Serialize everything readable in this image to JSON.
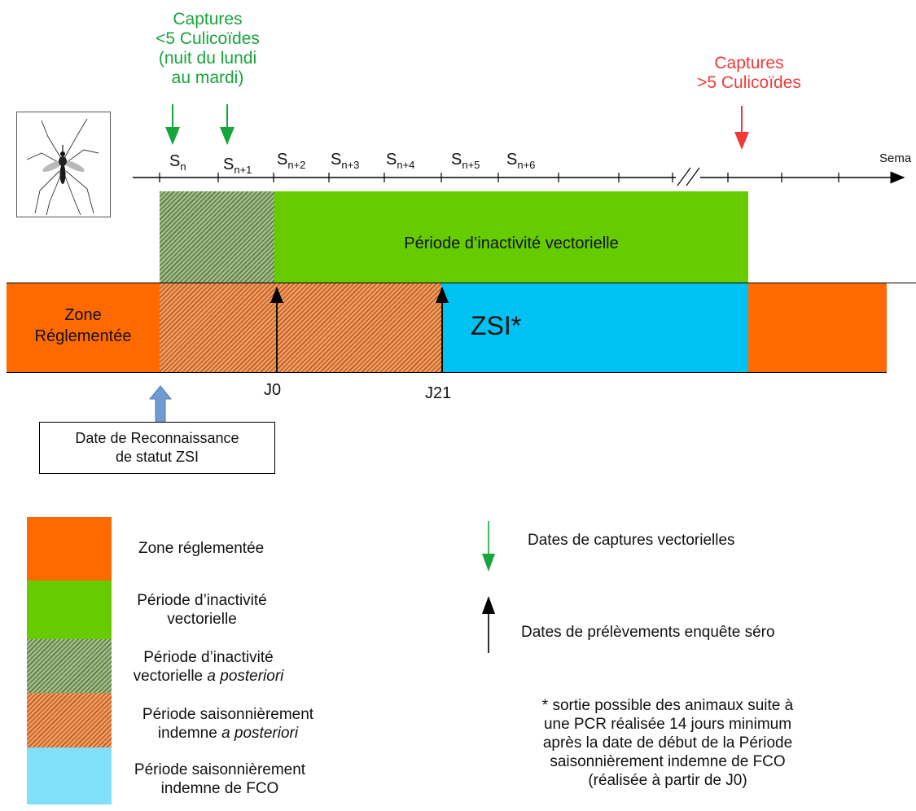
{
  "annotations": {
    "green_captures": [
      "Captures",
      "<5 Culicoïdes",
      "(nuit du lundi",
      "au mardi)"
    ],
    "red_captures": [
      "Captures",
      ">5 Culicoïdes"
    ]
  },
  "timeline": {
    "weeks": [
      {
        "base": "S",
        "sub": "n"
      },
      {
        "base": "S",
        "sub": "n+1"
      },
      {
        "base": "S",
        "sub": "n+2"
      },
      {
        "base": "S",
        "sub": "n+3"
      },
      {
        "base": "S",
        "sub": "n+4"
      },
      {
        "base": "S",
        "sub": "n+5"
      },
      {
        "base": "S",
        "sub": "n+6"
      }
    ],
    "axis_label": "Sema",
    "markers": [
      "J0",
      "J21"
    ]
  },
  "bars": {
    "inactivity_label": "Période d’inactivité vectorielle",
    "zone_label": [
      "Zone",
      "Réglementée"
    ],
    "zsi_label": "ZSI*"
  },
  "reconnaissance_box": [
    "Date de Reconnaissance",
    "de statut ZSI"
  ],
  "legend": {
    "zone_reglementee": [
      "Zone réglementée"
    ],
    "inactivite": [
      "Période d’inactivité",
      "vectorielle"
    ],
    "inactivite_posteriori": {
      "line1": "Période d’inactivité",
      "line2_prefix": "vectorielle ",
      "line2_italic": "a posteriori"
    },
    "indemne_posteriori": {
      "line1": "Période saisonnièrement",
      "line2_prefix": "indemne ",
      "line2_italic": "a posteriori"
    },
    "indemne_fco": [
      "Période saisonnièrement",
      "indemne de FCO"
    ],
    "captures": "Dates de captures vectorielles",
    "prelevements": "Dates de prélèvements enquête séro",
    "footnote": [
      "* sortie possible des animaux suite à",
      "une PCR réalisée 14 jours minimum",
      "après la date de début de la Période",
      "saisonnièrement indemne de FCO",
      "(réalisée à partir de J0)"
    ]
  },
  "colors": {
    "orange": "#ff6a00",
    "green": "#66cc00",
    "cyan": "#00c2f2",
    "light_cyan": "#80e0fc",
    "green_arrow": "#17a53b",
    "red_arrow": "#f03a3a",
    "blue_arrow": "#6f9bd0"
  }
}
